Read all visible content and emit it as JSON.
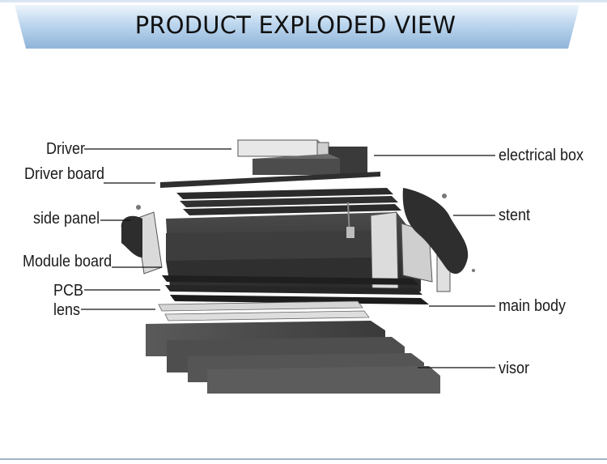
{
  "header": {
    "title": "PRODUCT EXPLODED VIEW",
    "banner_color": "#a8c9e8"
  },
  "callouts": {
    "left": [
      {
        "id": "driver",
        "label": "Driver"
      },
      {
        "id": "driver-board",
        "label": "Driver board"
      },
      {
        "id": "side-panel",
        "label": "side panel"
      },
      {
        "id": "module-board",
        "label": "Module board"
      },
      {
        "id": "pcb",
        "label": "PCB"
      },
      {
        "id": "lens",
        "label": "lens"
      }
    ],
    "right": [
      {
        "id": "electrical-box",
        "label": "electrical box"
      },
      {
        "id": "stent",
        "label": "stent"
      },
      {
        "id": "main-body",
        "label": "main body"
      },
      {
        "id": "visor",
        "label": "visor"
      }
    ]
  }
}
